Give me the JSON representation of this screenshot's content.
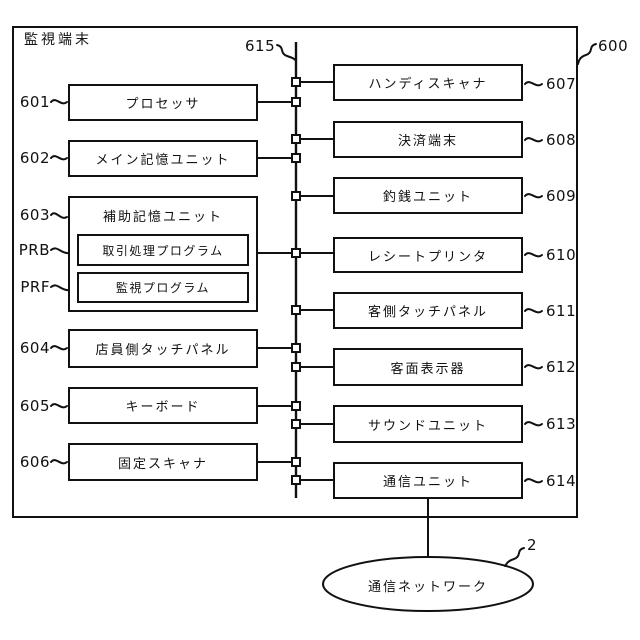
{
  "diagram": {
    "outer_label": "監視端末",
    "outer_ref": "600",
    "bus_ref": "615",
    "colors": {
      "line": "#111111",
      "background": "#ffffff"
    },
    "left_boxes": [
      {
        "ref": "601",
        "label": "プロセッサ"
      },
      {
        "ref": "602",
        "label": "メイン記憶ユニット"
      },
      {
        "ref": "603",
        "label": "補助記憶ユニット",
        "children": [
          {
            "ref": "PRB",
            "label": "取引処理プログラム"
          },
          {
            "ref": "PRF",
            "label": "監視プログラム"
          }
        ]
      },
      {
        "ref": "604",
        "label": "店員側タッチパネル"
      },
      {
        "ref": "605",
        "label": "キーボード"
      },
      {
        "ref": "606",
        "label": "固定スキャナ"
      }
    ],
    "right_boxes": [
      {
        "ref": "607",
        "label": "ハンディスキャナ"
      },
      {
        "ref": "608",
        "label": "決済端末"
      },
      {
        "ref": "609",
        "label": "釣銭ユニット"
      },
      {
        "ref": "610",
        "label": "レシートプリンタ"
      },
      {
        "ref": "611",
        "label": "客側タッチパネル"
      },
      {
        "ref": "612",
        "label": "客面表示器"
      },
      {
        "ref": "613",
        "label": "サウンドユニット"
      },
      {
        "ref": "614",
        "label": "通信ユニット"
      }
    ],
    "network": {
      "ref": "2",
      "label": "通信ネットワーク"
    }
  }
}
